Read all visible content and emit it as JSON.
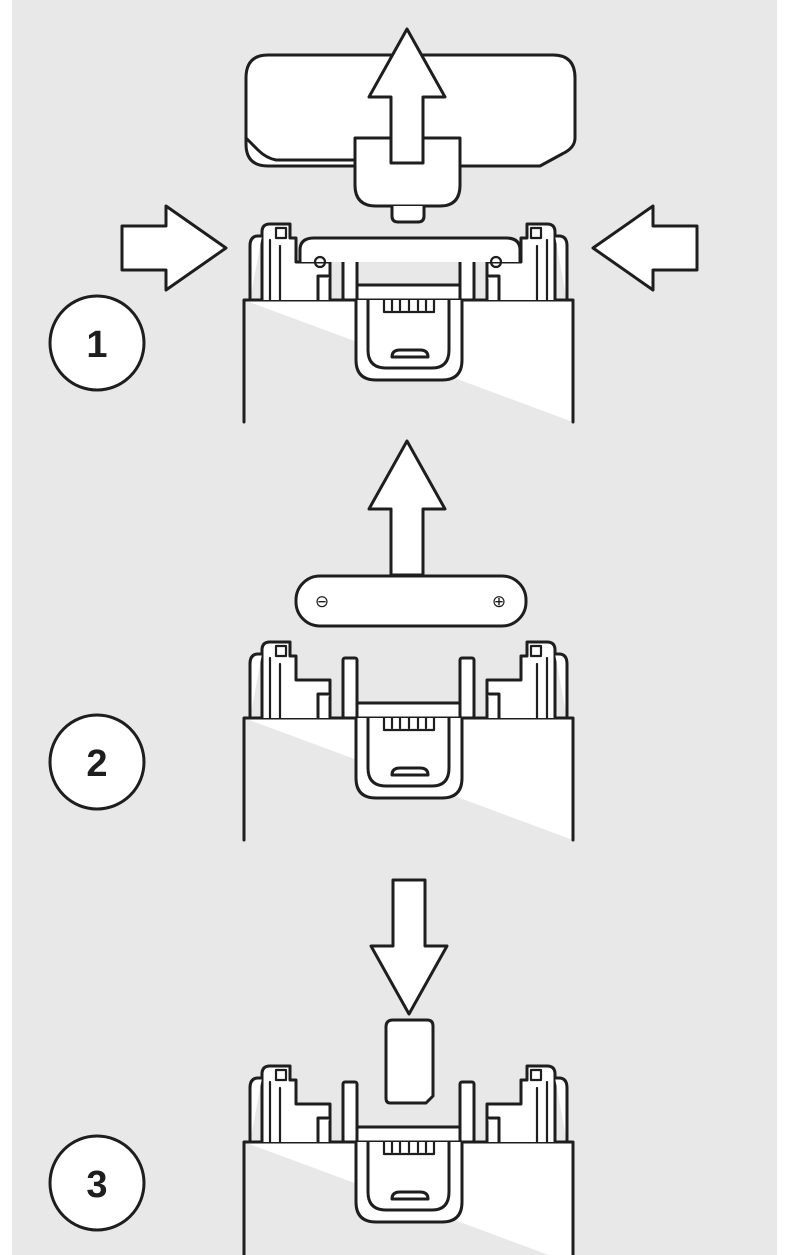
{
  "colors": {
    "background": "#e8e8e8",
    "stroke": "#1e1e1e",
    "fill": "#ffffff"
  },
  "steps": [
    {
      "number": "1",
      "icons": [
        "arrow-up-icon",
        "arrow-right-icon",
        "arrow-left-icon",
        "cover-icon",
        "battery-holder-icon"
      ]
    },
    {
      "number": "2",
      "icons": [
        "arrow-up-icon",
        "battery-icon",
        "battery-holder-icon"
      ]
    },
    {
      "number": "3",
      "icons": [
        "arrow-down-icon",
        "sim-card-icon",
        "battery-holder-icon"
      ]
    }
  ],
  "battery": {
    "negative_symbol": "⊖",
    "positive_symbol": "⊕"
  }
}
